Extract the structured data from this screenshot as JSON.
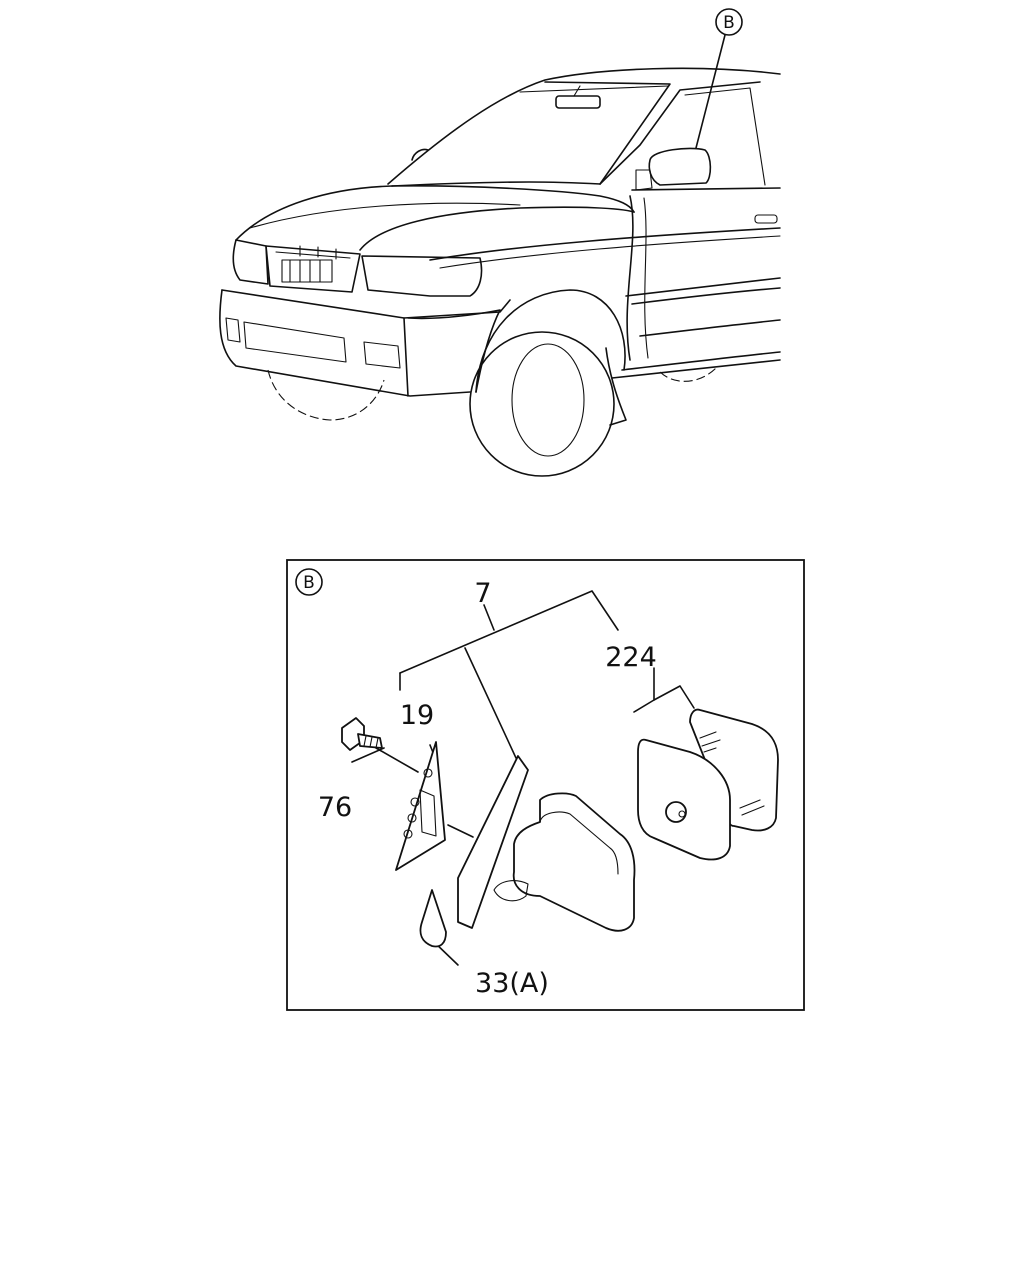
{
  "overview_callout": "B",
  "detail_callout": "B",
  "labels": {
    "assembly": "7",
    "glass": "224",
    "gasket": "19",
    "bolt": "76",
    "cover": "33(A)"
  }
}
